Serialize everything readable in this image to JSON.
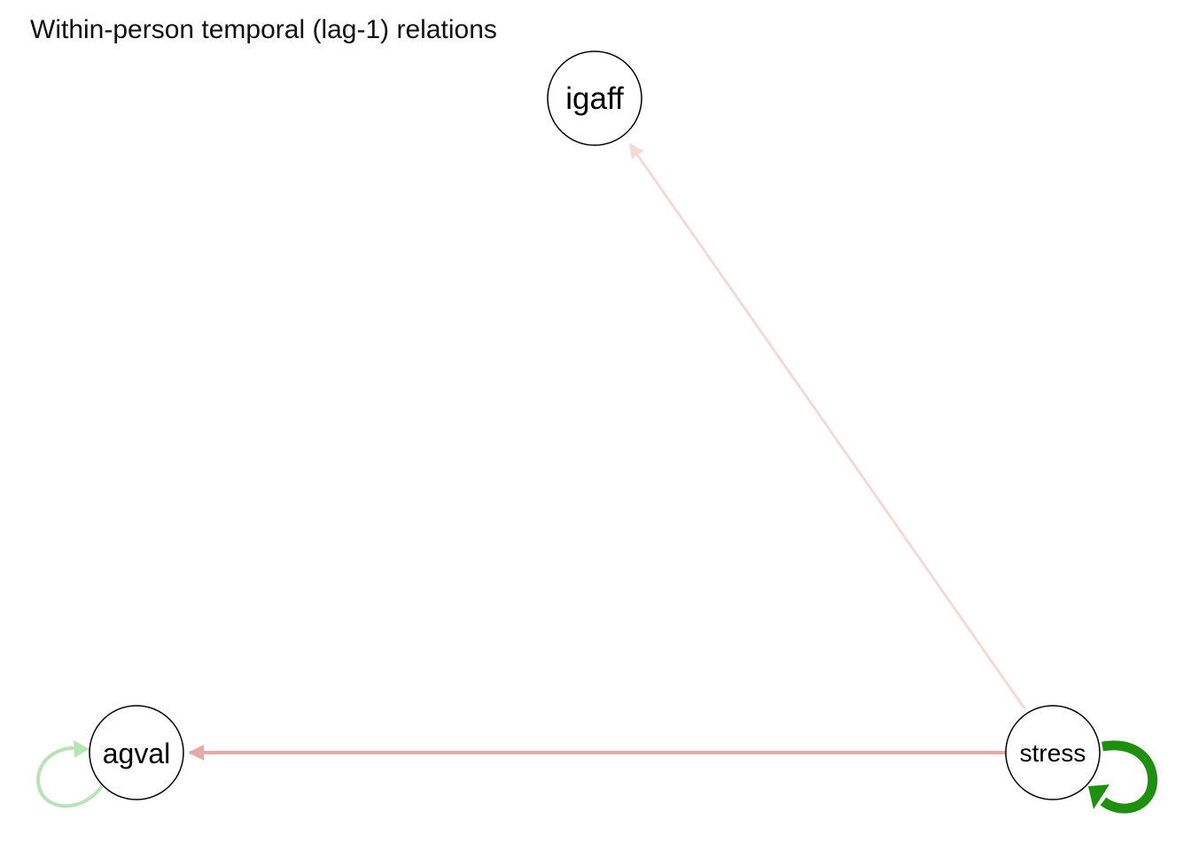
{
  "title": "Within-person temporal (lag-1) relations",
  "nodes": [
    {
      "id": "igaff",
      "label": "igaff"
    },
    {
      "id": "agval",
      "label": "agval"
    },
    {
      "id": "stress",
      "label": "stress"
    }
  ],
  "edges": [
    {
      "from": "stress",
      "to": "igaff",
      "sign": "negative",
      "color": "#f5d9d9"
    },
    {
      "from": "stress",
      "to": "agval",
      "sign": "negative",
      "color": "#e6a7a7"
    },
    {
      "from": "agval",
      "to": "agval",
      "sign": "positive",
      "color": "#b7e3b7"
    },
    {
      "from": "stress",
      "to": "stress",
      "sign": "positive",
      "color": "#1f8f0f"
    }
  ]
}
